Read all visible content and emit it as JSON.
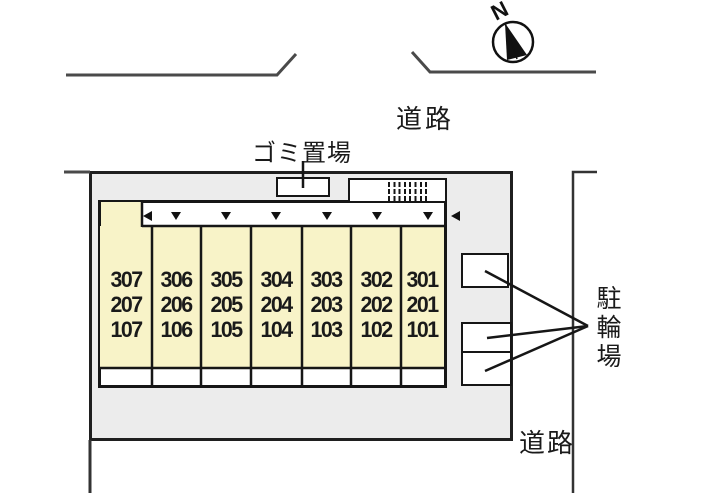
{
  "compass": {
    "north_label": "N"
  },
  "labels": {
    "road_top": "道路",
    "road_bottom": "道路",
    "garbage": "ゴミ置場",
    "bicycle_parking": "駐輪場"
  },
  "building": {
    "floors": 3,
    "units_per_floor": 7,
    "columns": [
      {
        "rooms": [
          "307",
          "207",
          "107"
        ]
      },
      {
        "rooms": [
          "306",
          "206",
          "106"
        ]
      },
      {
        "rooms": [
          "305",
          "205",
          "105"
        ]
      },
      {
        "rooms": [
          "304",
          "204",
          "104"
        ]
      },
      {
        "rooms": [
          "303",
          "203",
          "103"
        ]
      },
      {
        "rooms": [
          "302",
          "202",
          "102"
        ]
      },
      {
        "rooms": [
          "301",
          "201",
          "101"
        ]
      }
    ]
  },
  "colors": {
    "site_fill": "#ececec",
    "unit_fill": "#f8f3c8",
    "line": "#1a1a1a",
    "road_line": "#4a4a4a"
  }
}
